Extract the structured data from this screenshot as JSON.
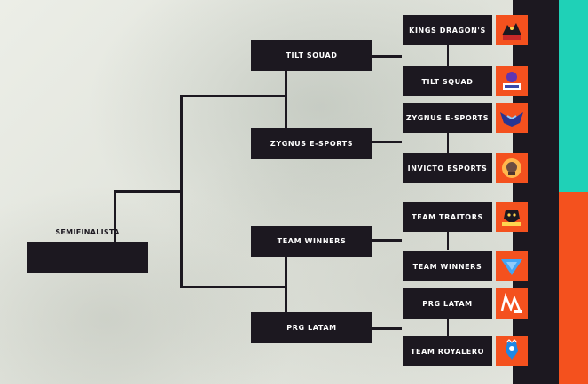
{
  "semifinal": {
    "label": "SEMIFINALISTA"
  },
  "quarterfinals": [
    "TILT SQUAD",
    "ZYGNUS E-SPORTS",
    "TEAM WINNERS",
    "PRG LATAM"
  ],
  "teams": [
    {
      "name": "KINGS DRAGON'S",
      "icon": "dragons-logo-icon"
    },
    {
      "name": "TILT SQUAD",
      "icon": "tilt-logo-icon"
    },
    {
      "name": "ZYGNUS E-SPORTS",
      "icon": "zygnus-logo-icon"
    },
    {
      "name": "INVICTO ESPORTS",
      "icon": "invicto-logo-icon"
    },
    {
      "name": "TEAM TRAITORS",
      "icon": "traitors-logo-icon"
    },
    {
      "name": "TEAM WINNERS",
      "icon": "winners-logo-icon"
    },
    {
      "name": "PRG LATAM",
      "icon": "prg-logo-icon"
    },
    {
      "name": "TEAM ROYALERO",
      "icon": "royalero-logo-icon"
    }
  ],
  "colors": {
    "box": "#1c1820",
    "accent_orange": "#f4511e",
    "accent_teal": "#1fd1b7",
    "background": "#e6e8e0"
  }
}
